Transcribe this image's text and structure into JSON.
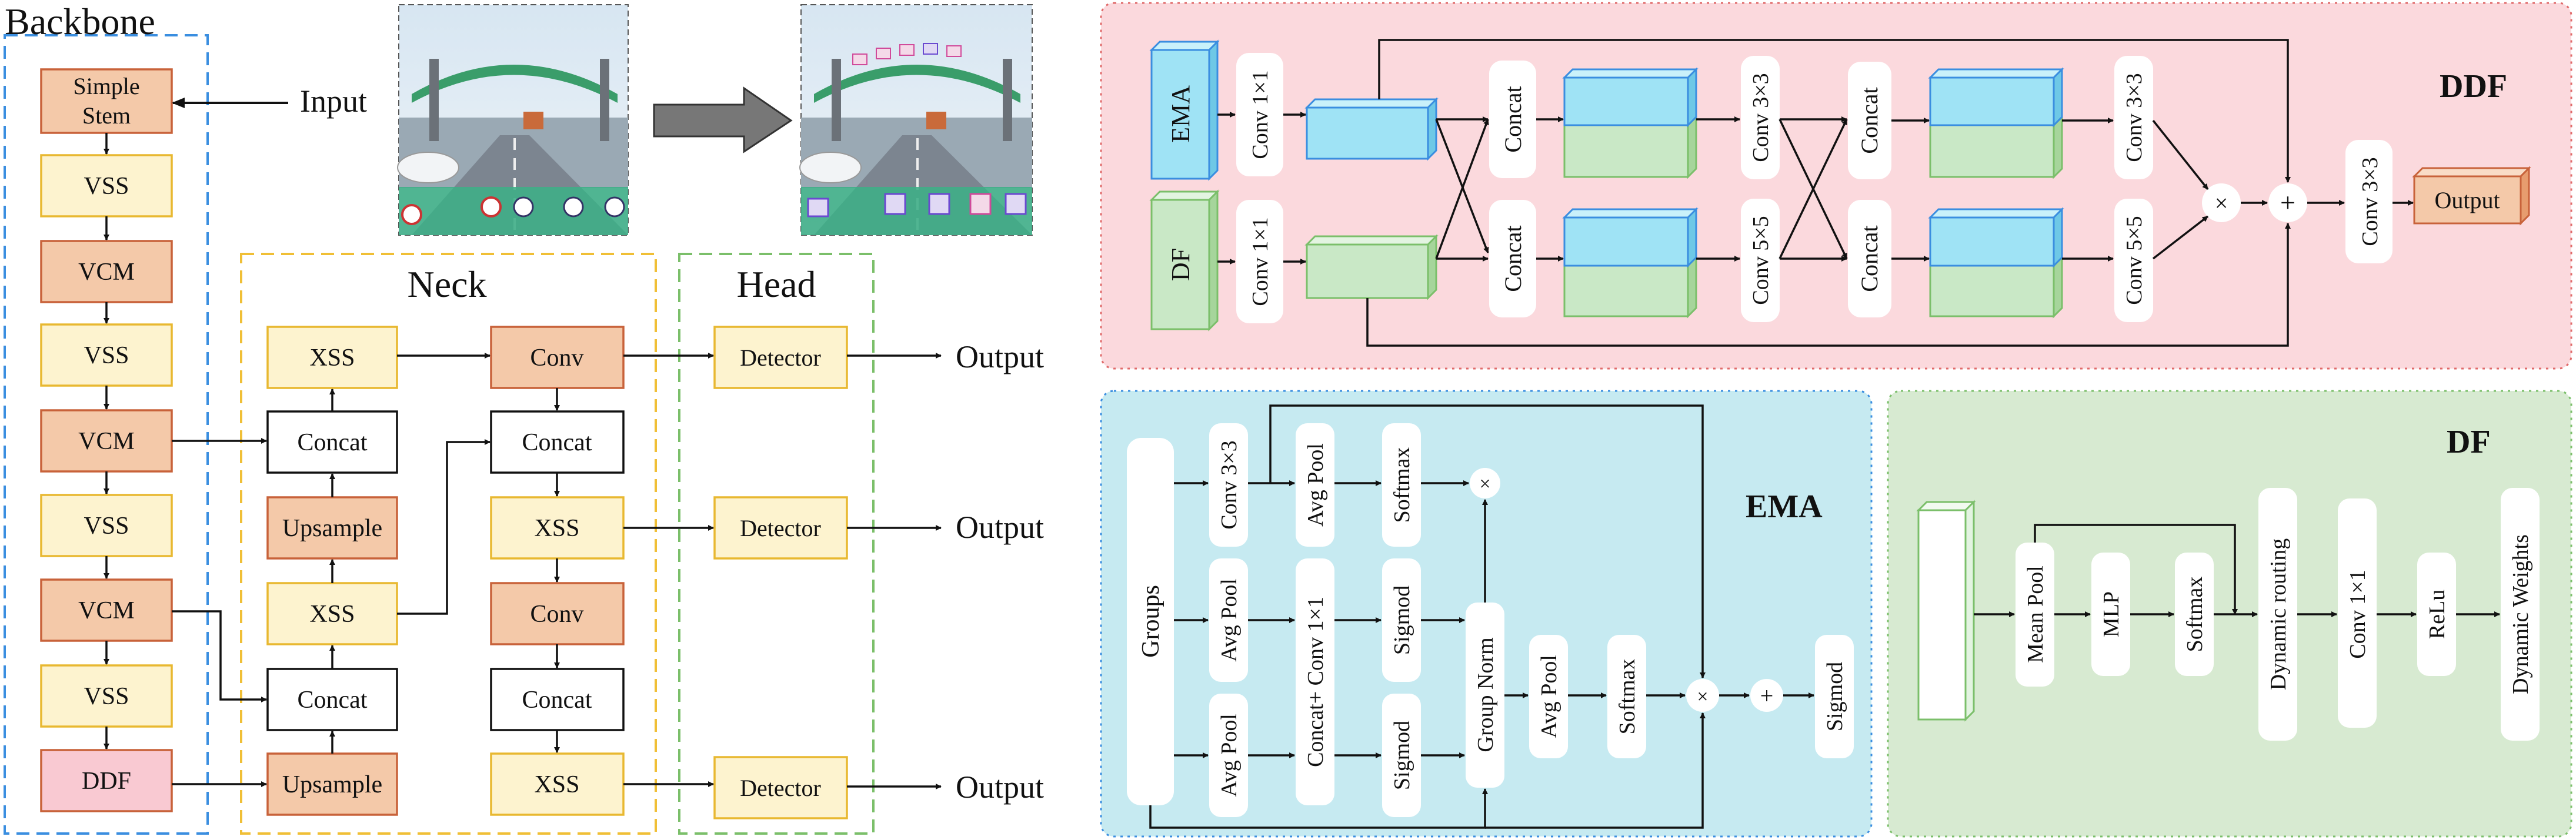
{
  "backbone": {
    "title": "Backbone",
    "blocks": [
      "Simple",
      "Stem",
      "VSS",
      "VCM",
      "VSS",
      "VCM",
      "VSS",
      "VCM",
      "VSS",
      "DDF"
    ],
    "input_label": "Input"
  },
  "neck": {
    "title": "Neck",
    "left_col": [
      "XSS",
      "Concat",
      "Upsample",
      "XSS",
      "Concat",
      "Upsample"
    ],
    "right_col": [
      "Conv",
      "Concat",
      "XSS",
      "Conv",
      "Concat",
      "XSS"
    ]
  },
  "head": {
    "title": "Head",
    "detector": "Detector",
    "output": "Output"
  },
  "ddf": {
    "title": "DDF",
    "ema_in": "EMA",
    "df_in": "DF",
    "conv1": "Conv 1×1",
    "concat": "Concat",
    "conv3": "Conv 3×3",
    "conv5": "Conv 5×5",
    "times": "×",
    "plus": "+",
    "output": "Output"
  },
  "ema": {
    "title": "EMA",
    "groups": "Groups",
    "conv3": "Conv 3×3",
    "avgpool": "Avg Pool",
    "softmax": "Softmax",
    "concat_conv": "Concat+ Conv 1×1",
    "sigmod": "Sigmod",
    "groupnorm": "Group Norm",
    "times": "×",
    "plus": "+"
  },
  "df": {
    "title": "DF",
    "meanpool": "Mean Pool",
    "mlp": "MLP",
    "softmax": "Softmax",
    "routing": "Dynamic routing",
    "conv1": "Conv 1×1",
    "relu": "ReLu",
    "weights": "Dynamic Weights"
  },
  "colors": {
    "orange": "#f4c9a9",
    "orange_stroke": "#c8623a",
    "cream": "#fdf3cf",
    "cream_stroke": "#e8b830",
    "pink": "#f9c9d2",
    "blue_line": "#3a8ee0",
    "yellow_line": "#f0bf36",
    "green_line": "#7bbf6a",
    "ddf_bg": "#fbd9dd",
    "ema_bg": "#c6eaf1",
    "df_bg": "#d7ead1",
    "cube_blue": "#9fe3f5",
    "cube_green": "#c9e8c6"
  }
}
